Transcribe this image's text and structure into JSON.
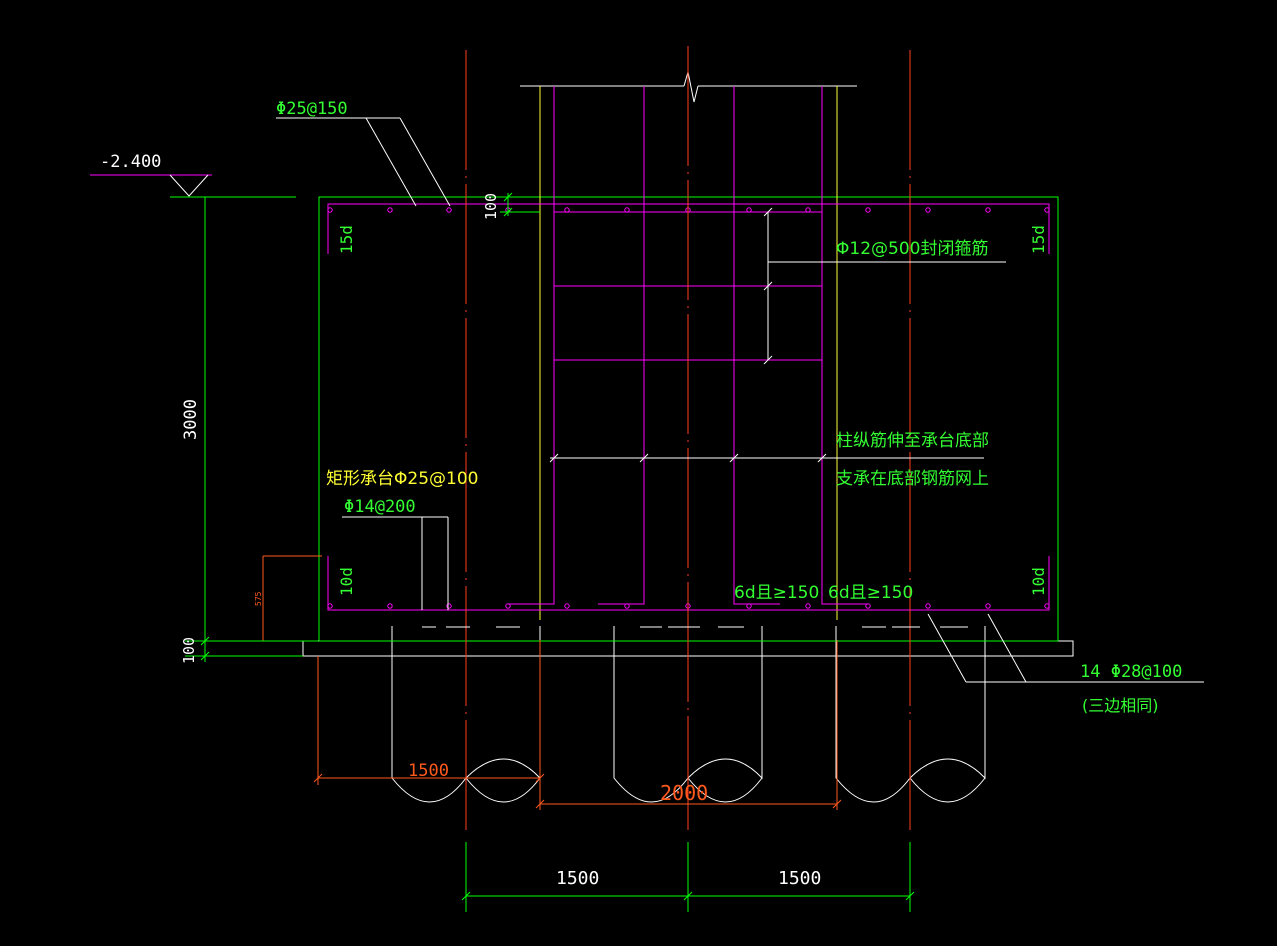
{
  "colors": {
    "background": "#000000",
    "concrete_outline": "#00ff00",
    "rebar": "#ff00ff",
    "axis_line": "#ff3b1f",
    "dimension": "#00ff00",
    "leader": "#ffffff",
    "pile": "#ffffff",
    "column_edge": "#ffff33",
    "text_green": "#33ff33",
    "text_yellow": "#ffff33",
    "text_white": "#ffffff",
    "text_orange": "#ff5a1e"
  },
  "labels": {
    "elevation": "-2.400",
    "top_bar": "Φ25@150",
    "cover_100_top": "100",
    "stirrup": "Φ12@500封闭箍筋",
    "column_bar_note_1": "柱纵筋伸至承台底部",
    "column_bar_note_2": "支承在底部钢筋网上",
    "cap_bar": "矩形承台Φ25@100",
    "side_bar": "Φ14@200",
    "anchor_6d_left": "6d且≥150",
    "anchor_6d_right": "6d且≥150",
    "hook_15d_left": "15d",
    "hook_15d_right": "15d",
    "hook_10d_left": "10d",
    "hook_10d_right": "10d",
    "height_3000": "3000",
    "cover_100_bottom": "100",
    "small_dim": "575",
    "bottom_bar": "14 Φ28@100",
    "bottom_bar_note": "(三边相同)",
    "dim_1500_pile": "1500",
    "dim_2000": "2000",
    "dim_1500_left": "1500",
    "dim_1500_right": "1500"
  }
}
